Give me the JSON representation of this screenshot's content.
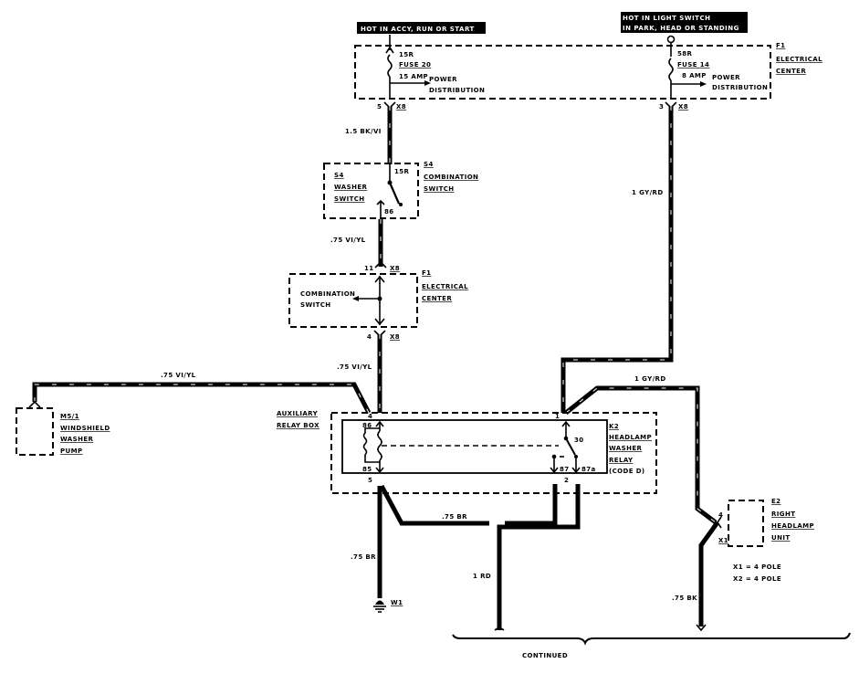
{
  "diagram": {
    "type": "wiring-schematic",
    "subject": "Headlamp washer circuit",
    "power_sources": [
      {
        "id": "src-left",
        "label": "HOT IN ACCY, RUN OR START"
      },
      {
        "id": "src-right",
        "label_line1": "HOT IN LIGHT SWITCH",
        "label_line2": "IN PARK, HEAD OR STANDING"
      }
    ],
    "fuse_block": {
      "name_line1": "F1",
      "name_line2": "ELECTRICAL",
      "name_line3": "CENTER",
      "fuses": [
        {
          "terminal": "15R",
          "name": "FUSE 20",
          "rating": "15 AMP",
          "note_line1": "POWER",
          "note_line2": "DISTRIBUTION",
          "out_pin": "5",
          "connector": "X8"
        },
        {
          "terminal": "58R",
          "name": "FUSE 14",
          "rating": "8 AMP",
          "note_line1": "POWER",
          "note_line2": "DISTRIBUTION",
          "out_pin": "3",
          "connector": "X8"
        }
      ]
    },
    "washer_switch": {
      "name_line1": "S4",
      "name_line2": "WASHER",
      "name_line3": "SWITCH",
      "ref_line1": "S4",
      "ref_line2": "COMBINATION",
      "ref_line3": "SWITCH",
      "pin_in": "15R",
      "pin_out": "86"
    },
    "splice_center": {
      "name_line1": "F1",
      "name_line2": "ELECTRICAL",
      "name_line3": "CENTER",
      "inner_line1": "COMBINATION",
      "inner_line2": "SWITCH",
      "pin_in": "11",
      "pin_in_conn": "X8",
      "pin_out": "4",
      "pin_out_conn": "X8"
    },
    "pump": {
      "name_line1": "M5/1",
      "name_line2": "WINDSHIELD",
      "name_line3": "WASHER",
      "name_line4": "PUMP"
    },
    "relay_box": {
      "name_line1": "AUXILIARY",
      "name_line2": "RELAY BOX",
      "pin_top_left": "4",
      "pin_bottom_left": "5",
      "coil_top": "86",
      "coil_bottom": "85",
      "pin_top_right": "1",
      "contact_common": "30",
      "contact_87": "87",
      "contact_87a": "87a",
      "pin_bottom_mid": "2"
    },
    "relay": {
      "name_line1": "K2",
      "name_line2": "HEADLAMP",
      "name_line3": "WASHER",
      "name_line4": "RELAY",
      "name_line5": "(CODE D)"
    },
    "headlamp": {
      "name_line1": "E2",
      "name_line2": "RIGHT",
      "name_line3": "HEADLAMP",
      "name_line4": "UNIT",
      "pin": "4",
      "conn": "X1",
      "legend_line1": "X1 = 4 POLE",
      "legend_line2": "X2 = 4 POLE"
    },
    "ground": {
      "label": "W1"
    },
    "wires": {
      "w_fuse20_switch": "1.5 BK/VI",
      "w_switch_splice": ".75 VI/YL",
      "w_splice_relay": ".75 VI/YL",
      "w_pump": ".75 VI/YL",
      "w_fuse14_relay": "1 GY/RD",
      "w_relay_headlamp": "1 GY/RD",
      "w_relay_87": ".75 BR",
      "w_ground": ".75 BR",
      "w_continued_left": "1 RD",
      "w_continued_right": ".75 BK"
    },
    "footer": {
      "continued_label": "CONTINUED"
    }
  }
}
